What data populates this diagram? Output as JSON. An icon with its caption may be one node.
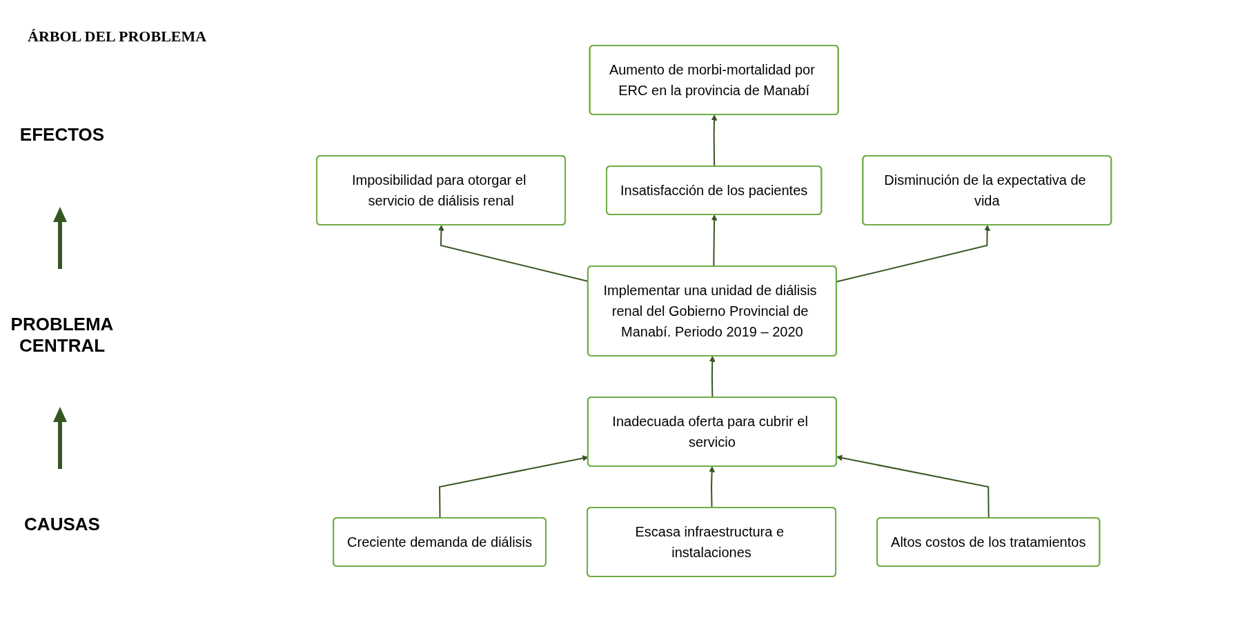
{
  "diagram": {
    "title": "ÁRBOL DEL PROBLEMA",
    "nodes": [
      {
        "text": [
          "Aumento de morbi-mortalidad por ERC en la provincia de Manabí"
        ]
      },
      {
        "text": [
          "Imposibilidad para otorgar el servicio de diálisis renal"
        ]
      },
      {
        "text": [
          "Insatisfacción de los pacientes"
        ]
      },
      {
        "text": [
          "Disminución de la expectativa de vida"
        ]
      },
      {
        "text": [
          "Implementar una unidad de diálisis renal del Gobierno Provincial de Manabí. Periodo 2019 – 2020"
        ]
      },
      {
        "text": [
          "Inadecuada oferta para cubrir el servicio"
        ]
      },
      {
        "text": [
          "Creciente demanda de diálisis"
        ]
      },
      {
        "text": [
          "Escasa infraestructura e instalaciones"
        ]
      },
      {
        "text": [
          "Altos costos de los tratamientos"
        ]
      }
    ],
    "edges": [
      {
        "from": 2,
        "to": 0,
        "arrow": "to"
      },
      {
        "from": 4,
        "to": 1,
        "arrow": "to"
      },
      {
        "from": 4,
        "to": 2,
        "arrow": "to"
      },
      {
        "from": 4,
        "to": 3,
        "arrow": "to"
      },
      {
        "from": 5,
        "to": 4,
        "arrow": "to"
      },
      {
        "from": 6,
        "to": 5,
        "arrow": "to"
      },
      {
        "from": 7,
        "to": 5,
        "arrow": "to"
      },
      {
        "from": 8,
        "to": 5,
        "arrow": "to"
      }
    ],
    "labels": [
      "EFECTOS",
      "PROBLEMA CENTRAL",
      "CAUSAS"
    ]
  }
}
